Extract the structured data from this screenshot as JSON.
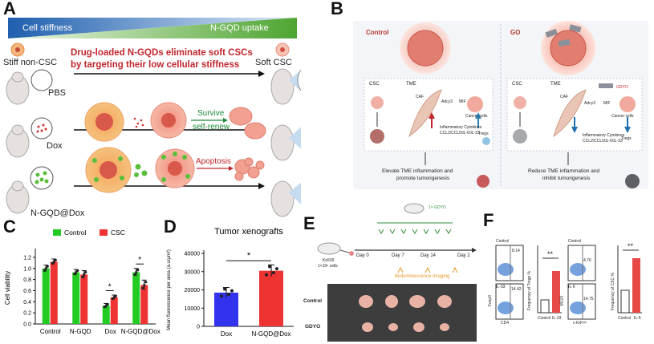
{
  "panels": {
    "a": {
      "letter": "A",
      "gradient_left": "Cell stiffness",
      "gradient_right": "N-GQD uptake",
      "stiff_label": "Stiff non-CSC",
      "soft_label": "Soft CSC",
      "headline_1": "Drug-loaded N-GQDs eliminate soft CSCs",
      "headline_2": "by targeting their low cellular stiffness",
      "groups": [
        "PBS",
        "Dox",
        "N-GQD@Dox"
      ],
      "outcome_survive": "Survive",
      "outcome_renew": "self-renew",
      "outcome_apoptosis": "Apoptosis",
      "colors": {
        "blue": "#2b6fb6",
        "green": "#6fb33f",
        "red": "#c0262d"
      }
    },
    "b": {
      "letter": "B",
      "left_title": "Control",
      "right_title": "GO",
      "csc": "CSC",
      "tme": "TME",
      "caf": "CAF",
      "cancer_cells": "Cancer cells",
      "adcy3": "Adcy3",
      "mif": "MIF",
      "gdyo": "GDYO",
      "cytokines": "Inflammatory Cytokines",
      "cytokine_list": "CCL2\\CCL5\\IL-6\\IL-33",
      "tregs": "Tregs",
      "left_caption_1": "Elevate TME inflammation and",
      "left_caption_2": "promote tumorigenesis",
      "right_caption_1": "Reduce TME inflammation and",
      "right_caption_2": "inhibit tumorigenesis"
    },
    "c": {
      "letter": "C",
      "significance": [
        "*",
        "*"
      ]
    },
    "d": {
      "letter": "D",
      "significance": "*"
    },
    "e": {
      "letter": "E",
      "cell_line": "Ko539",
      "cell_count": "1×10⁶ cells",
      "treatment": "1× GDYO",
      "days": [
        "Day 0",
        "Day 7",
        "Day 14",
        "Day 2"
      ],
      "imaging": "Bioluminescence Imaging",
      "row_control": "Control",
      "row_gdyo": "GDYO"
    },
    "f": {
      "letter": "F",
      "flow1_top": "Control",
      "flow1_bottom": "IL-33",
      "flow1_q1": "8.14",
      "flow1_q2": "14.42",
      "flow1_xaxis": "CD4",
      "flow1_yaxis": "Foxp3",
      "bar1_ylabel": "Frequency of Tregs %",
      "bar1_cats": [
        "Control",
        "IL-33"
      ],
      "flow2_top": "Control",
      "flow2_bottom": "IL-6",
      "flow2_q1": "4.76",
      "flow2_q2": "14.75",
      "flow2_xaxis": "c-Kitʰⁱᵍʰ",
      "flow2_yaxis": "M220",
      "bar2_ylabel": "Frequency of CSC %",
      "bar2_cats": [
        "Control",
        "IL-6"
      ],
      "sig": "**"
    }
  },
  "chart_data": [
    {
      "type": "bar",
      "panel": "C",
      "title": "",
      "xlabel": "",
      "ylabel": "Cell viability",
      "categories": [
        "Control",
        "N-GQD",
        "Dox",
        "N-GQD@Dox"
      ],
      "series": [
        {
          "name": "Control",
          "color": "#22cc22",
          "values": [
            1.0,
            0.93,
            0.33,
            0.93
          ],
          "errors": [
            0.06,
            0.05,
            0.04,
            0.07
          ]
        },
        {
          "name": "CSC",
          "color": "#ee3333",
          "values": [
            1.12,
            0.89,
            0.48,
            0.7
          ],
          "errors": [
            0.05,
            0.07,
            0.04,
            0.09
          ]
        }
      ],
      "yticks": [
        0.0,
        0.2,
        0.4,
        0.6,
        0.8,
        1.0,
        1.2
      ],
      "ylim": [
        0,
        1.3
      ],
      "legend": "top"
    },
    {
      "type": "bar",
      "panel": "D",
      "title": "Tumor xenografts",
      "xlabel": "",
      "ylabel": "Mean fluorescence per area (a.u/μm²)",
      "categories": [
        "Dox",
        "N-GQD@Dox"
      ],
      "values": [
        18500,
        30500
      ],
      "errors": [
        2800,
        3200
      ],
      "colors": [
        "#3333ee",
        "#ee3333"
      ],
      "yticks": [
        0,
        10000,
        20000,
        30000,
        40000
      ],
      "ylim": [
        0,
        40000
      ]
    }
  ]
}
